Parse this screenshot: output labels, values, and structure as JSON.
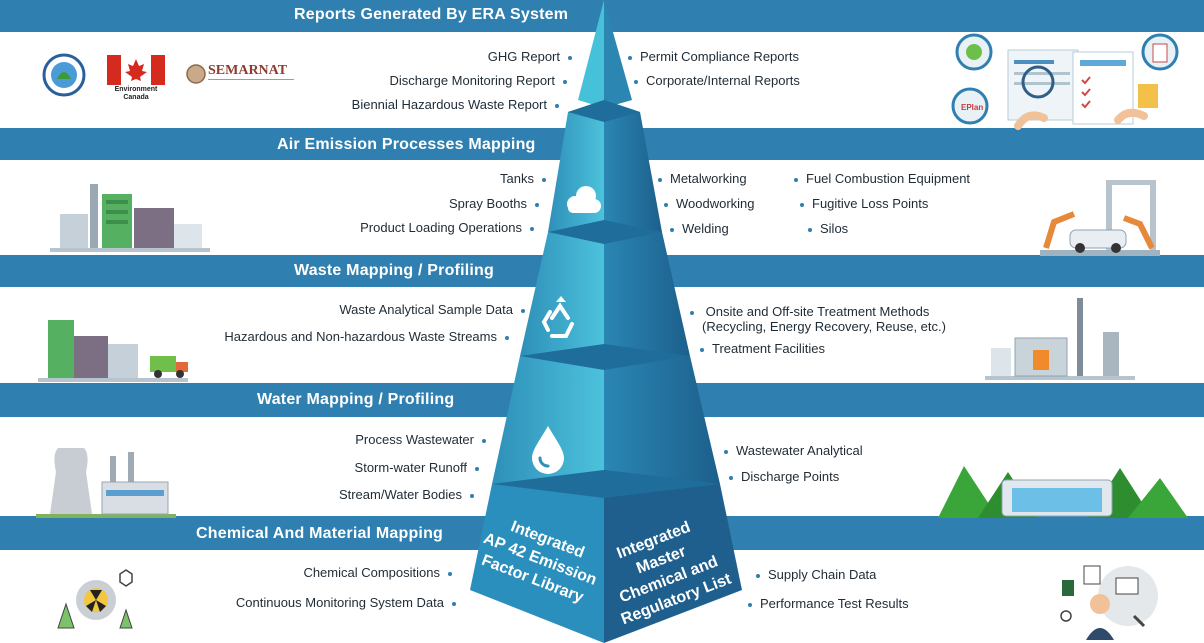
{
  "colors": {
    "band": "#2f7fb0",
    "pyramid_light": "#3fb3d1",
    "pyramid_dark": "#1f6d9a"
  },
  "sections": {
    "reports": {
      "title": "Reports Generated By ERA System",
      "left": [
        "GHG Report",
        "Discharge Monitoring Report",
        "Biennial Hazardous Waste Report"
      ],
      "right": [
        "Permit Compliance Reports",
        "Corporate/Internal Reports"
      ]
    },
    "air": {
      "title": "Air Emission Processes Mapping",
      "left": [
        "Tanks",
        "Spray Booths",
        "Product Loading Operations"
      ],
      "right_a": [
        "Metalworking",
        "Woodworking",
        "Welding"
      ],
      "right_b": [
        "Fuel Combustion Equipment",
        "Fugitive Loss Points",
        "Silos"
      ]
    },
    "waste": {
      "title": "Waste Mapping / Profiling",
      "left": [
        "Waste Analytical Sample Data",
        "Hazardous and Non-hazardous Waste Streams"
      ],
      "right_main": "Onsite and Off-site Treatment Methods",
      "right_sub": "(Recycling, Energy Recovery, Reuse, etc.)",
      "right_2": "Treatment Facilities"
    },
    "water": {
      "title": "Water Mapping / Profiling",
      "left": [
        "Process Wastewater",
        "Storm-water Runoff",
        "Stream/Water Bodies"
      ],
      "right": [
        "Wastewater Analytical",
        "Discharge Points"
      ]
    },
    "chemical": {
      "title": "Chemical And Material Mapping",
      "left": [
        "Chemical Compositions",
        "Continuous Monitoring System Data"
      ],
      "right": [
        "Supply Chain Data",
        "Performance Test Results"
      ]
    }
  },
  "pyramid_faces": {
    "left": [
      "Integrated",
      "AP 42 Emission",
      "Factor Library"
    ],
    "right": [
      "Integrated Master",
      "Chemical and",
      "Regulatory List"
    ]
  },
  "logos": {
    "canada_caption": [
      "Environment",
      "Canada"
    ],
    "semarnat": "SEMARNAT"
  },
  "icons": [
    "cloud-icon",
    "recycle-icon",
    "water-drop-icon"
  ]
}
